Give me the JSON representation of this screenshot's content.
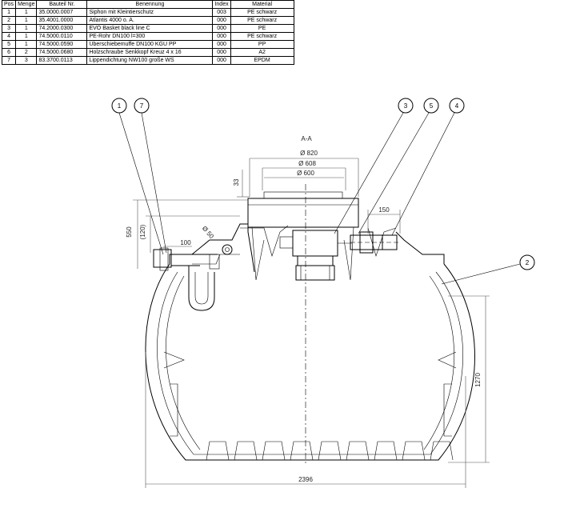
{
  "bom": {
    "headers": [
      "Pos",
      "Menge",
      "Bauteil Nr.",
      "Benennung",
      "Index",
      "Material"
    ],
    "rows": [
      [
        "1",
        "1",
        "35.0000.0007",
        "Siphon mit Kleintierschutz",
        "003",
        "PE schwarz"
      ],
      [
        "2",
        "1",
        "35.4001.0000",
        "Atlantis 4000 o. A.",
        "000",
        "PE schwarz"
      ],
      [
        "3",
        "1",
        "74.2000.0300",
        "EVO Basket black line C",
        "000",
        "PE"
      ],
      [
        "4",
        "1",
        "74.5000.0110",
        "PE-Rohr DN100 l=300",
        "000",
        "PE schwarz"
      ],
      [
        "5",
        "1",
        "74.5000.0590",
        "Überschiebemuffe DN100 KGU PP",
        "000",
        "PP"
      ],
      [
        "6",
        "2",
        "74.5000.0680",
        "Holzschraube Senkkopf Kreuz 4 x 16",
        "000",
        "A2"
      ],
      [
        "7",
        "3",
        "83.3700.0113",
        "Lippendichtung NW100 große WS",
        "000",
        "EPDM"
      ]
    ]
  },
  "drawing": {
    "section_label": "A-A",
    "dimensions": {
      "dia_outer": "Ø 820",
      "dia_mid": "Ø 608",
      "dia_inner": "Ø 600",
      "collar_height": "33",
      "inlet_height": "550",
      "inlet_height_ref": "(120)",
      "dia_pipe": "Ø 50",
      "inlet_offset": "100",
      "outlet_offset": "150",
      "tank_height": "1270",
      "tank_width": "2396"
    },
    "balloons": [
      "1",
      "7",
      "3",
      "5",
      "4",
      "2"
    ]
  }
}
